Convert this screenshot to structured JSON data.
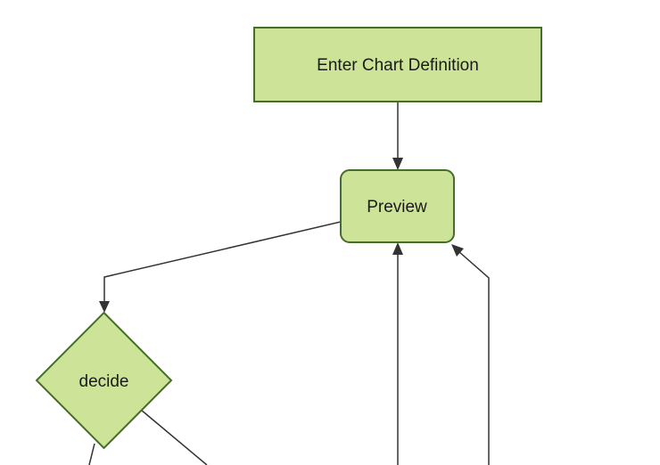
{
  "diagram": {
    "type": "flowchart",
    "orientation": "top-down",
    "background": "#ffffff",
    "colors": {
      "node_fill": "#cde498",
      "node_border": "#456f28",
      "edge": "#333333",
      "text": "#1a1a1a"
    },
    "nodes": [
      {
        "id": "enter-chart-definition",
        "label": "Enter Chart Definition",
        "shape": "rectangle"
      },
      {
        "id": "preview",
        "label": "Preview",
        "shape": "rounded-rectangle"
      },
      {
        "id": "decide",
        "label": "decide",
        "shape": "diamond"
      }
    ],
    "edges": [
      {
        "from": "enter-chart-definition",
        "to": "preview",
        "arrow": true
      },
      {
        "from": "preview",
        "to": "decide",
        "arrow": true
      },
      {
        "from": "offscreen-bottom-center",
        "to": "preview",
        "arrow": true
      },
      {
        "from": "offscreen-bottom-right",
        "to": "preview",
        "arrow": true
      },
      {
        "from": "decide",
        "to": "offscreen-bottom-left",
        "arrow": false
      },
      {
        "from": "decide",
        "to": "offscreen-bottom-right",
        "arrow": false
      }
    ]
  }
}
